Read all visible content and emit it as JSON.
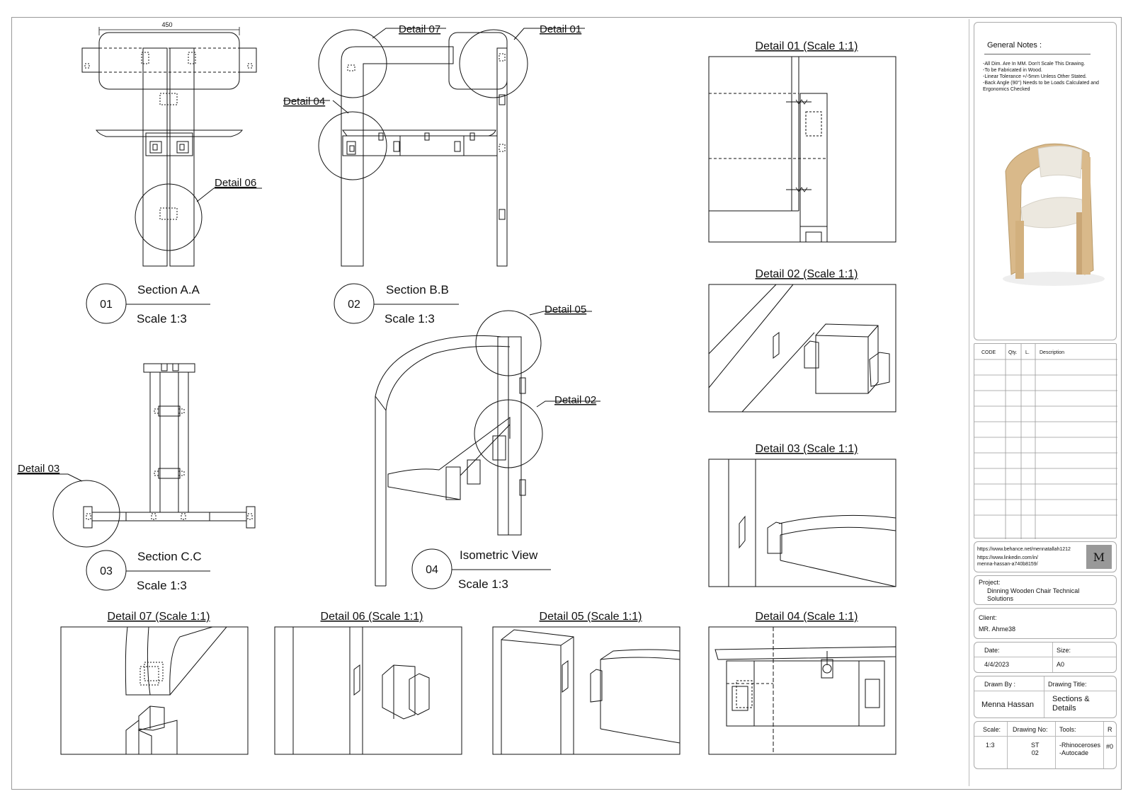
{
  "views": {
    "section_aa": {
      "num": "01",
      "title": "Section A.A",
      "scale": "Scale 1:3",
      "dim": "450"
    },
    "section_bb": {
      "num": "02",
      "title": "Section B.B",
      "scale": "Scale 1:3"
    },
    "section_cc": {
      "num": "03",
      "title": "Section C.C",
      "scale": "Scale 1:3"
    },
    "isometric": {
      "num": "04",
      "title": "Isometric View",
      "scale": "Scale 1:3"
    }
  },
  "callouts": {
    "d01": "Detail 01",
    "d02": "Detail 02",
    "d03": "Detail 03",
    "d04": "Detail 04",
    "d05": "Detail 05",
    "d06": "Detail 06",
    "d07": "Detail 07"
  },
  "details": {
    "d01": "Detail 01 (Scale 1:1)",
    "d02": "Detail 02 (Scale 1:1)",
    "d03": "Detail 03 (Scale 1:1)",
    "d04": "Detail 04 (Scale 1:1)",
    "d05": "Detail 05 (Scale 1:1)",
    "d06": "Detail 06 (Scale 1:1)",
    "d07": "Detail 07 (Scale 1:1)"
  },
  "title_block": {
    "notes_title": "General Notes :",
    "notes": [
      "-All Dim. Are In MM. Don't Scale This Drawing.",
      "-To be Fabricated in Wood.",
      "-Linear Tolerance +/-5mm Unless Other Stated.",
      "-Back Angle (90°) Needs to be Loads Calculated and",
      "Ergonomics Checked"
    ],
    "table_headers": [
      "CODE",
      "Qty.",
      "L.",
      "Description"
    ],
    "links": [
      "https://www.behance.net/mennatallah1212",
      "https://www.linkedin.com/in/",
      "menna-hassan-a740b8159/"
    ],
    "logo_letter": "M",
    "project_label": "Project:",
    "project_value": "Dinning Wooden Chair Technical Solutions",
    "client_label": "Client:",
    "client_value": "MR. Ahme38",
    "date_label": "Date:",
    "date_value": "4/4/2023",
    "size_label": "Size:",
    "size_value": "A0",
    "drawn_by_label": "Drawn By :",
    "drawn_by_value": "Menna Hassan",
    "drawing_title_label": "Drawing Title:",
    "drawing_title_value": "Sections & Details",
    "scale_label": "Scale:",
    "scale_value": "1:3",
    "drawing_no_label": "Drawing No:",
    "drawing_no_value": [
      "ST",
      "02"
    ],
    "tools_label": "Tools:",
    "tools_value": [
      "-Rhinoceroses",
      "-Autocade"
    ],
    "rev_label": "R",
    "rev_value": "#0"
  },
  "colors": {
    "wood": "#d9b98a",
    "cushion": "#ece8df",
    "line": "#111111"
  }
}
